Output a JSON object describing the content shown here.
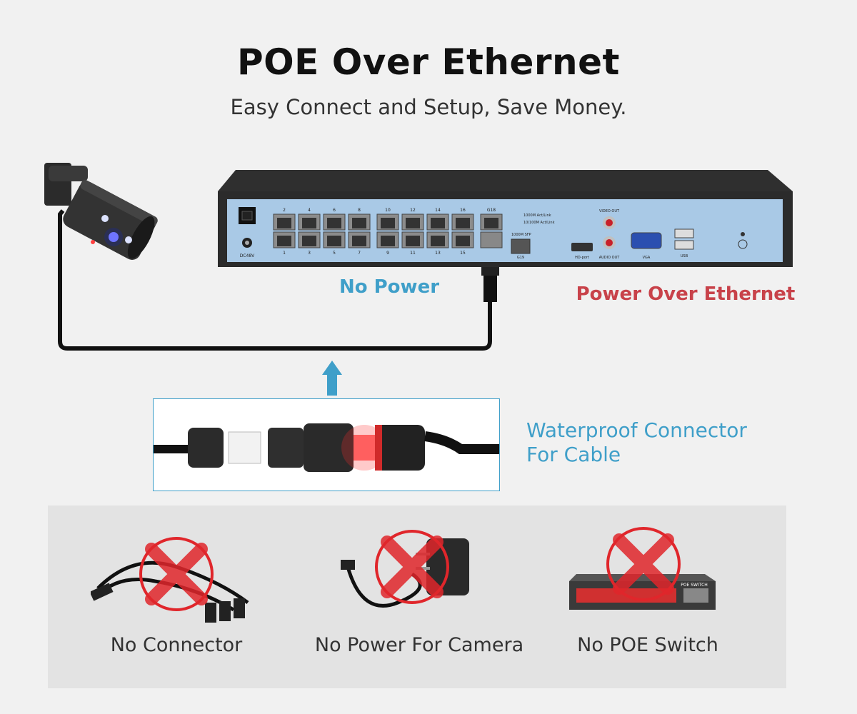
{
  "header": {
    "title": "POE Over Ethernet",
    "subtitle": "Easy Connect and Setup, Save Money."
  },
  "labels": {
    "no_power": "No Power",
    "poe": "Power Over Ethernet",
    "waterproof_line1": "Waterproof Connector",
    "waterproof_line2": "For Cable"
  },
  "nvr": {
    "port_numbers_top": [
      "2",
      "4",
      "6",
      "8",
      "10",
      "12",
      "14",
      "16"
    ],
    "port_numbers_bottom": [
      "1",
      "3",
      "5",
      "7",
      "9",
      "11",
      "13",
      "15"
    ],
    "g18": "G18",
    "g19": "G19",
    "led1": "1000M Act/Link",
    "led2": "10/100M Act/Link",
    "sfp": "1000M SFP",
    "dc": "DC48V",
    "hdmi": "HD-port",
    "video_out": "VIDEO OUT",
    "audio_out": "AUDIO OUT",
    "vga": "VGA",
    "usb": "USB"
  },
  "comparisons": [
    {
      "caption": "No Connector",
      "icon": "splitter-cable-icon"
    },
    {
      "caption": "No Power For Camera",
      "icon": "power-adapter-icon"
    },
    {
      "caption": "No POE Switch",
      "icon": "poe-switch-icon"
    }
  ],
  "switch_label": "POE SWITCH",
  "colors": {
    "accent_blue": "#3f9fc9",
    "accent_red": "#c8424a",
    "cross_red": "#e0262b",
    "panel_gray": "#e3e3e3",
    "nvr_face": "#a9c9e6"
  }
}
